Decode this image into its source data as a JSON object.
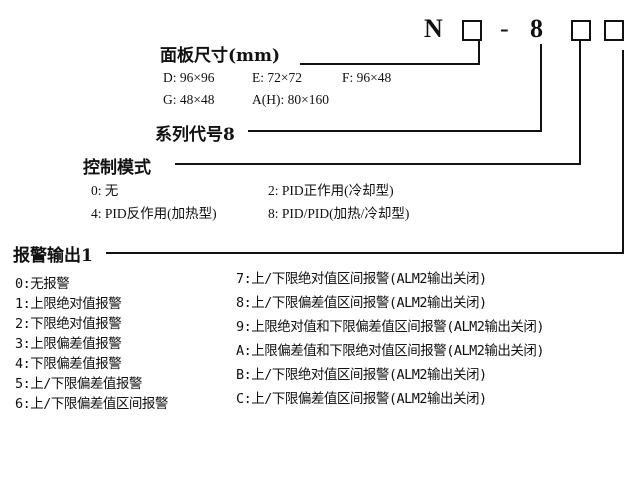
{
  "code": {
    "prefix": "N",
    "dash": "-",
    "series_digit": "8"
  },
  "panel_size": {
    "label": "面板尺寸(mm)",
    "options": [
      "D: 96×96",
      "E: 72×72",
      "F: 96×48",
      "G: 48×48",
      "A(H): 80×160"
    ]
  },
  "series": {
    "label": "系列代号8"
  },
  "control_mode": {
    "label": "控制模式",
    "options": [
      "0: 无",
      "2: PID正作用(冷却型)",
      "4: PID反作用(加热型)",
      "8: PID/PID(加热/冷却型)"
    ]
  },
  "alarm1": {
    "label": "报警输出1",
    "left": [
      "0:无报警",
      "1:上限绝对值报警",
      "2:下限绝对值报警",
      "3:上限偏差值报警",
      "4:下限偏差值报警",
      "5:上/下限偏差值报警",
      "6:上/下限偏差值区间报警"
    ],
    "right": [
      "7:上/下限绝对值区间报警(ALM2输出关闭)",
      "8:上/下限偏差值区间报警(ALM2输出关闭)",
      "9:上限绝对值和下限偏差值区间报警(ALM2输出关闭)",
      "A:上限偏差值和下限绝对值区间报警(ALM2输出关闭)",
      "B:上/下限绝对值区间报警(ALM2输出关闭)",
      "C:上/下限偏差值区间报警(ALM2输出关闭)"
    ]
  }
}
